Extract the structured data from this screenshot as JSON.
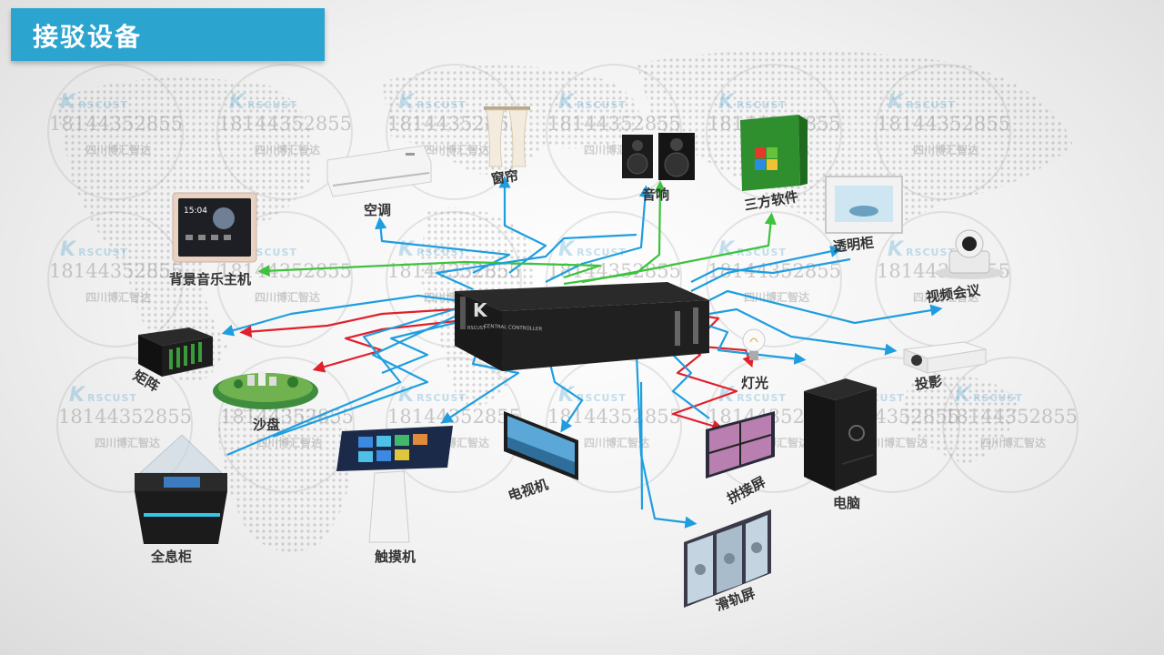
{
  "header": {
    "title": "接驳设备"
  },
  "watermark": {
    "brand_k": "K",
    "brand": "RSCUST",
    "phone": "18144352855",
    "company": "四川博汇智达"
  },
  "controller": {
    "brand_k": "K",
    "brand_small": "RSCUST",
    "model": "CENTRAL CONTROLLER"
  },
  "devices": {
    "curtain": "窗帘",
    "speaker": "音响",
    "software": "三方软件",
    "transparent_cabinet": "透明柜",
    "ac": "空调",
    "music_host": "背景音乐主机",
    "video_conf": "视频会议",
    "matrix": "矩阵",
    "sand_table": "沙盘",
    "light": "灯光",
    "projector": "投影",
    "hologram": "全息柜",
    "touch_kiosk": "触摸机",
    "tv": "电视机",
    "splice_screen": "拼接屏",
    "computer": "电脑",
    "slide_screen": "滑轨屏"
  },
  "music_panel": {
    "time": "15:04"
  },
  "colors": {
    "title_bg": "#2ba4cf",
    "blue_line": "#1e9ee0",
    "red_line": "#e0202a",
    "green_line": "#3cc23c"
  }
}
